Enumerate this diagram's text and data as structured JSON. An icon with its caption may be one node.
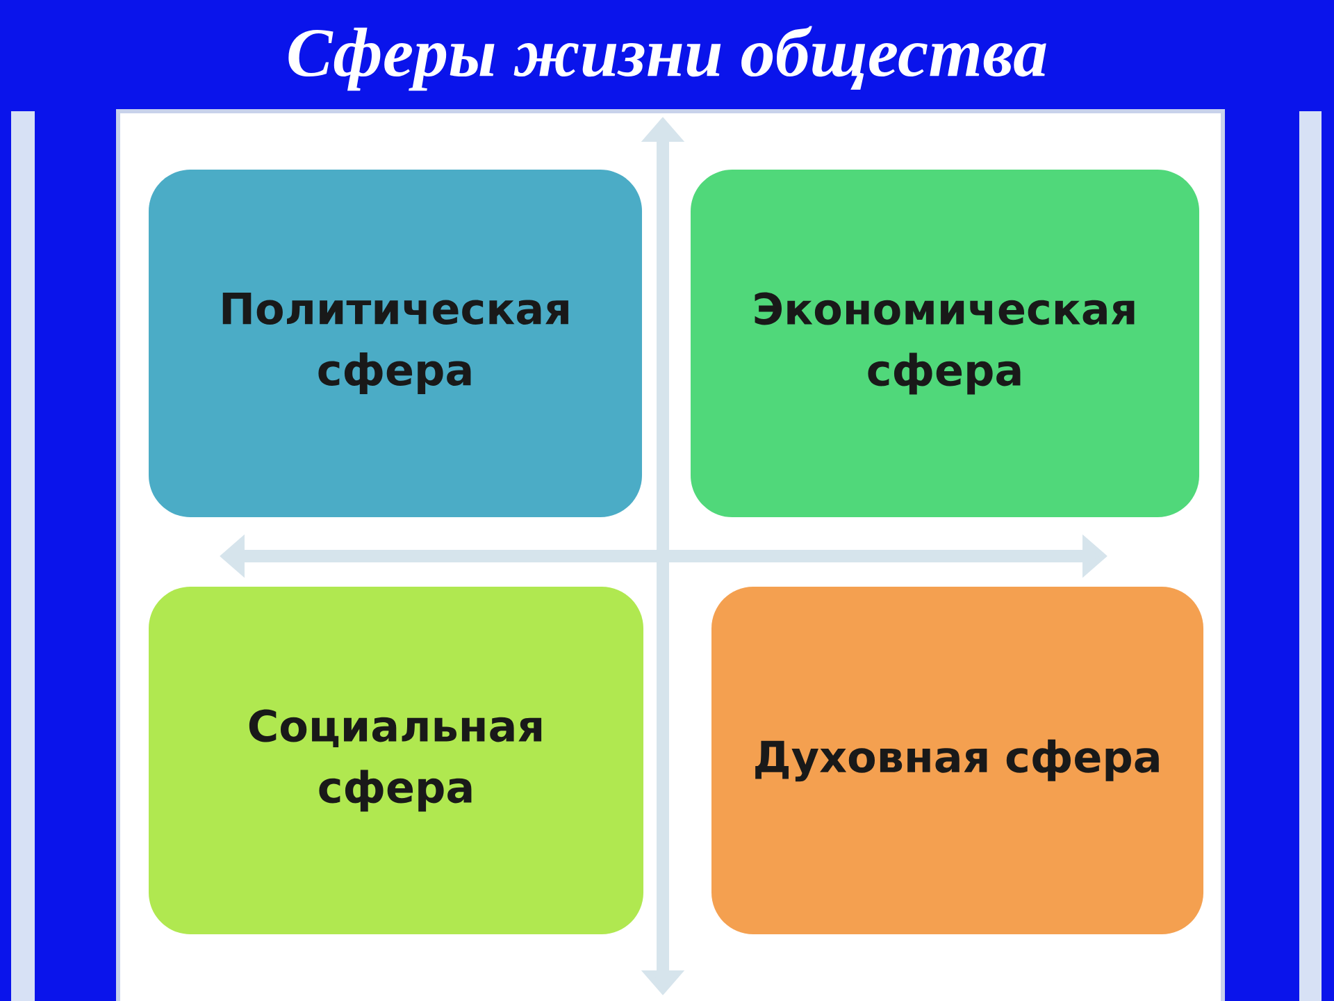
{
  "diagram": {
    "title": "Сферы жизни общества",
    "nodes": [
      {
        "text": [
          "Политическая сфера"
        ]
      },
      {
        "text": [
          "Экономическая сфера"
        ]
      },
      {
        "text": [
          "Социальная сфера"
        ]
      },
      {
        "text": [
          "Духовная сфера"
        ]
      }
    ]
  }
}
